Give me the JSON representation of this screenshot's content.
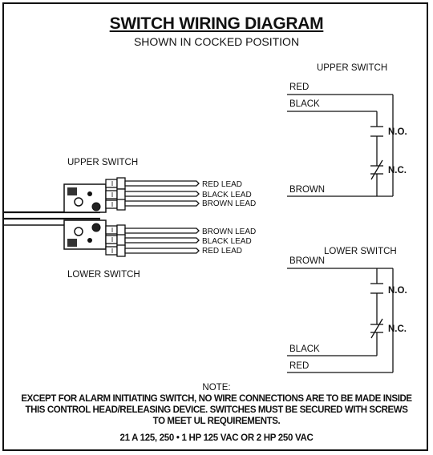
{
  "title": "SWITCH WIRING DIAGRAM",
  "subtitle": "SHOWN IN COCKED POSITION",
  "upper_schematic": {
    "heading": "UPPER SWITCH",
    "wires": [
      "RED",
      "BLACK",
      "BROWN"
    ],
    "contacts": [
      "N.O.",
      "N.C."
    ]
  },
  "lower_schematic": {
    "heading": "LOWER SWITCH",
    "wires": [
      "BROWN",
      "BLACK",
      "RED"
    ],
    "contacts": [
      "N.O.",
      "N.C."
    ]
  },
  "assembly": {
    "upper_label": "UPPER SWITCH",
    "lower_label": "LOWER SWITCH",
    "upper_leads": [
      "RED LEAD",
      "BLACK LEAD",
      "BROWN LEAD"
    ],
    "lower_leads": [
      "BROWN LEAD",
      "BLACK LEAD",
      "RED LEAD"
    ]
  },
  "note": {
    "heading": "NOTE:",
    "lines": [
      "EXCEPT FOR ALARM INITIATING SWITCH, NO WIRE CONNECTIONS ARE TO BE MADE INSIDE",
      "THIS CONTROL HEAD/RELEASING DEVICE.  SWITCHES MUST BE SECURED WITH SCREWS",
      "TO MEET UL REQUIREMENTS."
    ]
  },
  "rating": "21 A 125, 250   •   1 HP 125 VAC OR 2 HP 250 VAC"
}
